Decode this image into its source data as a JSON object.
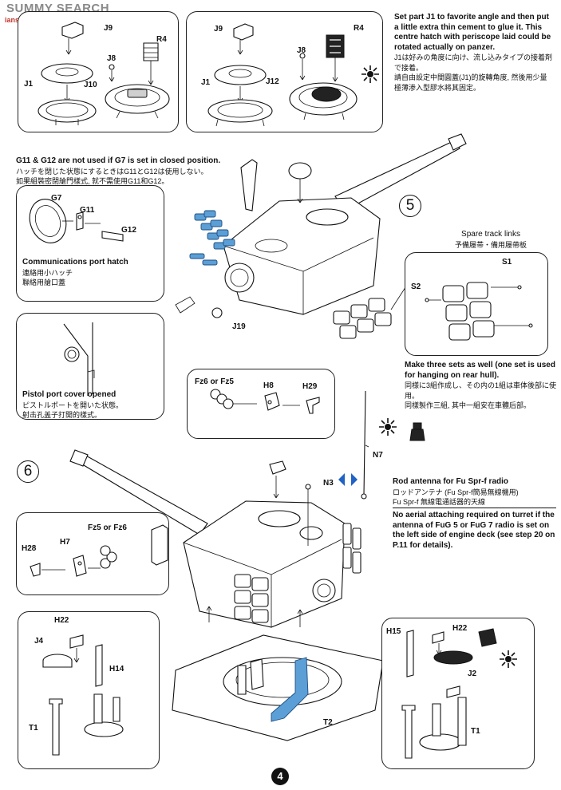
{
  "watermark": {
    "text": "SUMMY SEARCH",
    "sub": "ianshop.com"
  },
  "page_number": "4",
  "steps": {
    "five": "5",
    "six": "6"
  },
  "instructions": {
    "j1_note": {
      "en": "Set part J1 to favorite angle and then put a little extra thin cement to glue it. This centre hatch with periscope laid could be rotated actually on panzer.",
      "jp": "J1は好みの角度に向け、流し込みタイプの接着剤で接着。",
      "cn": "請自由設定中間圓蓋(J1)的旋轉角度, 然後用少量極薄渗入型膠水將其固定。"
    },
    "g11_note": {
      "en": "G11 & G12 are not used if G7 is set in closed position.",
      "jp": "ハッチを閉じた状態にするときはG11とG12は使用しない。",
      "cn": "如果組裝密閉艙門樣式, 就不需使用G11和G12。"
    },
    "comm_hatch": {
      "en": "Communications port hatch",
      "jp": "連絡用小ハッチ",
      "cn": "聯絡用艙口蓋"
    },
    "pistol_port": {
      "en": "Pistol port cover opened",
      "jp": "ピストルポートを開いた状態。",
      "cn": "射击孔盖子打開的樣式。"
    },
    "spare_tracks": {
      "en": "Spare track links",
      "jp": "予備履帯・備用履帶板"
    },
    "make_three": {
      "en": "Make three sets as well (one set is used for hanging on rear hull).",
      "jp": "同様に3組作成し、その内の1組は車体後部に使用。",
      "cn": "同樣製作三組, 其中一組安在車體后部。"
    },
    "rod_antenna": {
      "en": "Rod antenna for Fu Spr-f radio",
      "jp": "ロッドアンテナ (Fu Spr-f簡易無線機用)",
      "cn": "Fu Spr-f 無線電通話器的天線"
    },
    "no_aerial": {
      "en": "No aerial attaching required on turret if the antenna of FuG 5 or FuG 7 radio is set on the left side of engine deck (see step 20 on P.11 for details)."
    }
  },
  "part_labels": {
    "r4_a": "R4",
    "j9_a": "J9",
    "j8_a": "J8",
    "j1_a": "J1",
    "j10": "J10",
    "j9_b": "J9",
    "r4_b": "R4",
    "j8_b": "J8",
    "j1_b": "J1",
    "j12": "J12",
    "g7": "G7",
    "g11": "G11",
    "g12": "G12",
    "j19": "J19",
    "s1": "S1",
    "s2": "S2",
    "fz6_fz5": "Fz6 or Fz5",
    "h8": "H8",
    "h29": "H29",
    "n7": "N7",
    "n3": "N3",
    "fz5_fz6": "Fz5 or Fz6",
    "h28": "H28",
    "h7": "H7",
    "h22_a": "H22",
    "j4": "J4",
    "h14": "H14",
    "t1_a": "T1",
    "t2": "T2",
    "h15": "H15",
    "h22_b": "H22",
    "j2": "J2",
    "t1_b": "T1"
  },
  "colors": {
    "highlight": "#5b9fd6",
    "ink": "#111111",
    "watermark": "#8a8a8a",
    "symbol": "#1f63c4"
  },
  "icons": [
    "cement-icon",
    "remove-icon",
    "rotate-arrows-icon"
  ]
}
